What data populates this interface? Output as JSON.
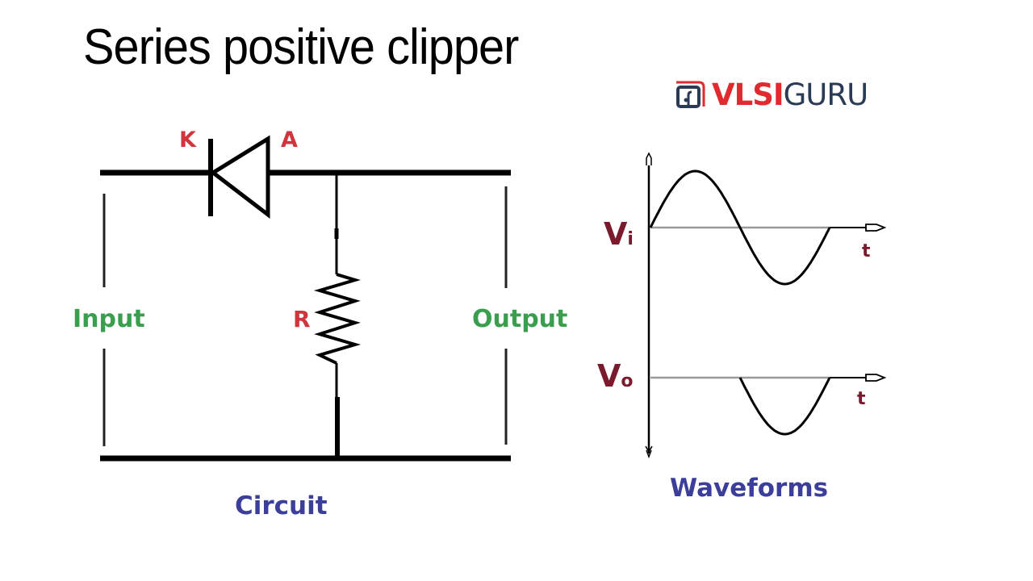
{
  "slide": {
    "title": "Series positive clipper"
  },
  "logo": {
    "part_red": "VLSI",
    "part_navy": "GURU",
    "colors": {
      "red": "#e02a2f",
      "navy": "#2b3a55"
    }
  },
  "circuit": {
    "caption": "Circuit",
    "input_label": "Input",
    "output_label": "Output",
    "diode": {
      "cathode_label": "K",
      "anode_label": "A"
    },
    "resistor_label": "R"
  },
  "waveforms": {
    "caption": "Waveforms",
    "input": {
      "label_main": "V",
      "label_sub": "i",
      "axis_label": "t",
      "shape": "full sine wave"
    },
    "output": {
      "label_main": "V",
      "label_sub": "o",
      "axis_label": "t",
      "shape": "negative half-cycle only (positive half clipped)"
    }
  },
  "colors": {
    "component_labels": "#d0343c",
    "io_labels": "#3a9e4f",
    "captions": "#3b3f9a",
    "voltage_labels": "#7a1a2c",
    "time_labels": "#7a1a2c"
  }
}
